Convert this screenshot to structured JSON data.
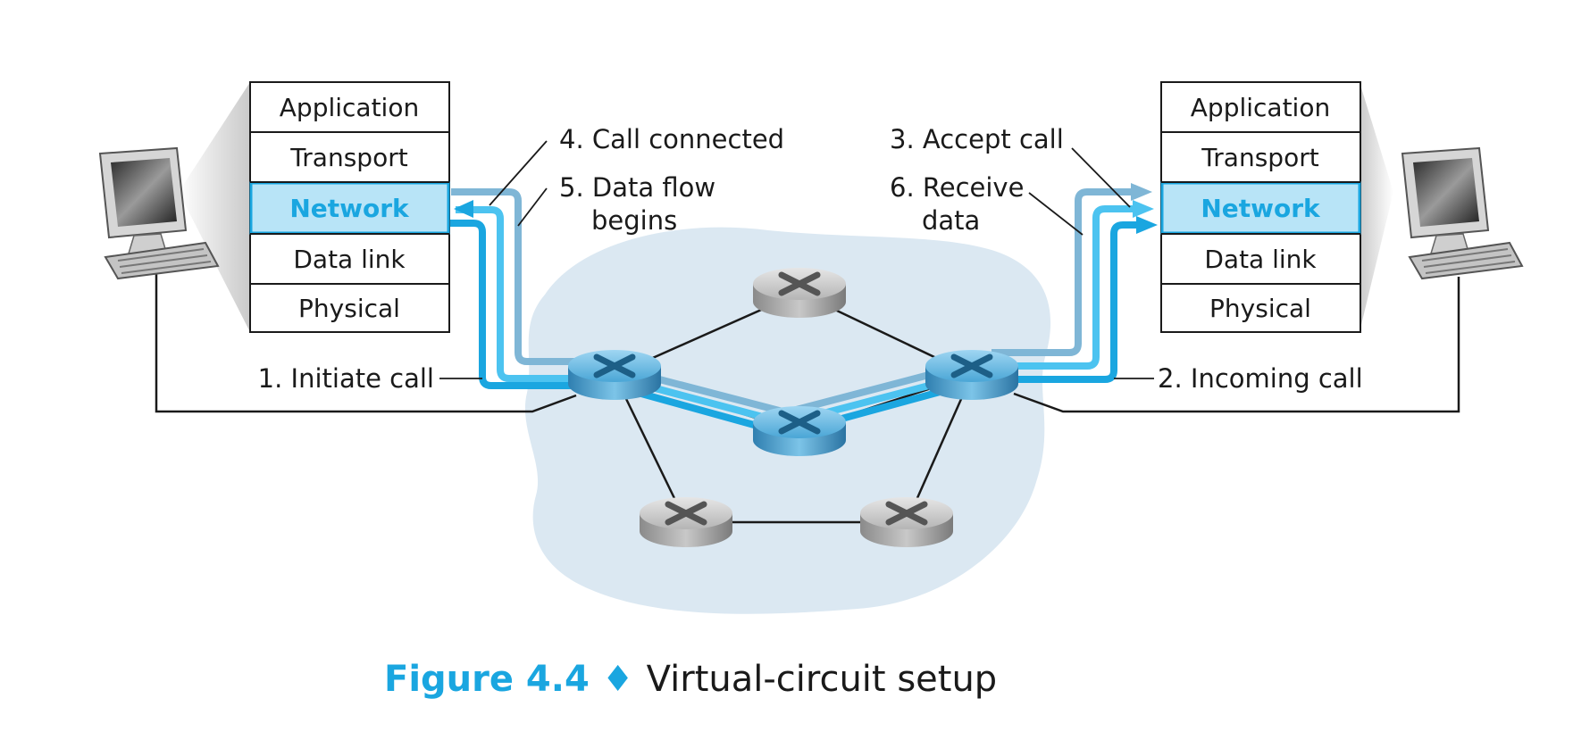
{
  "left_stack": {
    "layers": [
      "Application",
      "Transport",
      "Network",
      "Data link",
      "Physical"
    ]
  },
  "right_stack": {
    "layers": [
      "Application",
      "Transport",
      "Network",
      "Data link",
      "Physical"
    ]
  },
  "labels": {
    "call_connected": "4. Call connected",
    "data_flow_line1": "5. Data flow",
    "data_flow_line2": "begins",
    "accept_call": "3. Accept call",
    "receive_line1": "6. Receive",
    "receive_line2": "data",
    "initiate_call": "1. Initiate call",
    "incoming_call": "2. Incoming call"
  },
  "caption": {
    "figure": "Figure 4.4",
    "separator": "♦",
    "title": "Virtual-circuit setup"
  },
  "colors": {
    "accent": "#1aa6e0",
    "highlight_fill": "#b8e4f7",
    "light_path": "#7fb6d6",
    "mid_path": "#4cc3f0",
    "cloud": "#dbe8f2"
  }
}
